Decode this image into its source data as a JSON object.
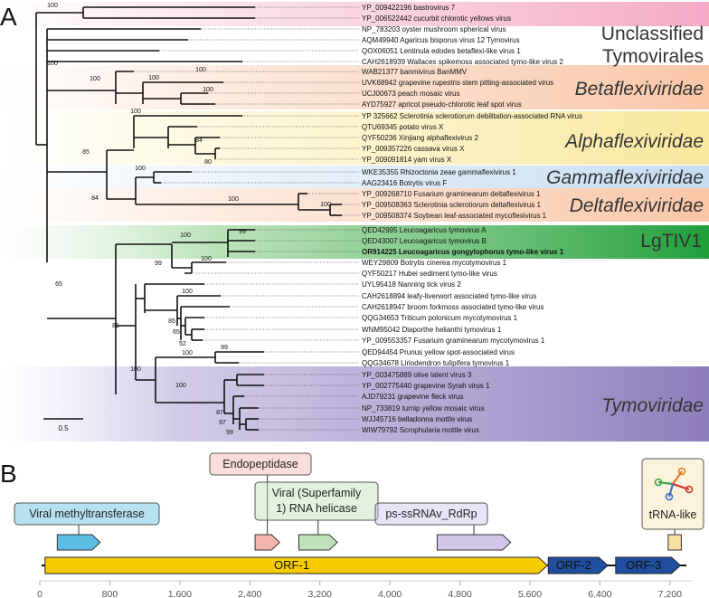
{
  "panel_a_label": "A",
  "panel_b_label": "B",
  "scale_bar_label": "0.5",
  "taxa": [
    "YP_009422196 bastrovirus 7",
    "YP_006522442 cucurbit chlorotic yellows virus",
    "NP_783203 oyster mushroom spherical virus",
    "AQM49940 Agaricus bisporus virus 12 Tymovirus",
    "QOX06051 Lentinula edodes betaflexi-like virus 1",
    "CAH2618939 Wallaces spikemoss associated tymo-like virus 2",
    "WAB21377 banmivirus BanMMV",
    "UVK68942 grapevine rupestris stem pitting-associated virus",
    "UCJ00673 peach mosaic virus",
    "AYD75927 apricot pseudo-chlorotic leaf spot virus",
    "YP 325662 Sclerotinia sclerotiorum debilitation-associated RNA virus",
    "QTU69345 potato virus X",
    "QYF50236 Xinjiang alphaflexivirus 2",
    "YP_009357226 cassava virus X",
    "YP_009091814 yam virus X",
    "WKE35355 Rhizoctonia zeae gammaflexivirus 1",
    "AAG23416 Botrytis virus F",
    "YP_009268710 Fusarium graminearum deltaflexivirus 1",
    "YP_009508363 Sclerotinia sclerotiorum deltaflexivirus 1",
    "YP_009508374 Soybean leaf-associated mycoflexivirus 1",
    "QED42995 Leucoagaricus tymovirus A",
    "QED43007 Leucoagaricus tymovirus B",
    "OR914225 Leucoagaricus gongylophorus tymo-like virus 1",
    "WEY29809 Botrytis cinerea mycotymovirus 1",
    "QYF50217 Hubei sediment tymo-like virus",
    "UYL95418 Nanning tick virus 2",
    "CAH2618894 leafy-liverwort associated tymo-like virus",
    "CAH2618947 broom forkmoss associated tymo-like virus",
    "QQG34653 Triticum polonicum mycotymovirus 1",
    "WNM95042 Diaporthe helianthi tymovirus 1",
    "YP_009553357 Fusarium graminearum mycotymovirus 1",
    "QED94454 Prunus yellow spot-associated virus",
    "QQG34678 Liriodendron tulipifera tymovirus 1",
    "YP_003475889 olive latent virus 3",
    "YP_002775440 grapevine Syrah virus 1",
    "AJD79231 grapevine fleck virus",
    "NP_733819 turnip yellow mosaic virus",
    "WJJ45716 belladonna mottle virus",
    "WIW79792 Scrophularia mottle virus"
  ],
  "bootstrap": {
    "b100_bastro": "100",
    "b100_root": "100",
    "b100_banmi": "100",
    "b100_beta_inner": "100",
    "b100_peach": "100",
    "b100_beta": "100",
    "b100_alpha": "100",
    "b84_alpha": "84",
    "b80_alpha": "80",
    "b85": "85",
    "b100_gamma": "100",
    "b84_gd": "84",
    "b100_delta": "100",
    "b100_delta_inner": "100",
    "b99_lgt": "99",
    "b100_lgt": "100",
    "b100_botrytis": "100",
    "b65": "65",
    "b99_tick": "99",
    "b100_liverwort": "100",
    "b85_tri": "85",
    "b65_dia": "65",
    "b52": "52",
    "b81": "81",
    "b100_prunus": "100",
    "b100_tymo": "100",
    "b99_olive": "99",
    "b100_olive": "100",
    "b87": "87",
    "b97": "97",
    "b99_bella": "99"
  },
  "family_labels": {
    "unclassified_line1": "Unclassified",
    "unclassified_line2": "Tymovirales",
    "betaflexiviridae": "Betaflexiviridae",
    "alphaflexiviridae": "Alphaflexiviridae",
    "gammaflexiviridae": "Gammaflexiviridae",
    "deltaflexiviridae": "Deltaflexiviridae",
    "lgtiv1": "LgTIV1",
    "tymoviridae": "Tymoviridae"
  },
  "colors": {
    "pink": "#f7c7d8",
    "orange": "#fbd9c4",
    "yellow": "#fbf1c0",
    "blue": "#dbe9f6",
    "green": "#1f9f3a",
    "purple": "#8e7dba",
    "orf1": "#f6cc00",
    "orf23": "#1f4f9e",
    "methyl": "#5bbce4",
    "endo": "#f6b6b0",
    "helicase": "#bfe3b8",
    "rdrp": "#cfc6ea",
    "trna": "#f9dfa0"
  },
  "genome": {
    "axis_ticks": [
      "0",
      "800",
      "1,600",
      "2,400",
      "3,200",
      "4,000",
      "4,800",
      "5,600",
      "6,400",
      "7,200"
    ],
    "axis_tick_values": [
      0,
      800,
      1600,
      2400,
      3200,
      4000,
      4800,
      5600,
      6400,
      7200
    ],
    "genome_length": 7450,
    "orfs": [
      {
        "name": "ORF-1",
        "start": 60,
        "end": 5800
      },
      {
        "name": "ORF-2",
        "start": 5810,
        "end": 6490
      },
      {
        "name": "ORF-3",
        "start": 6580,
        "end": 7320
      }
    ],
    "domains": [
      {
        "name": "Viral methyltransferase",
        "start": 200,
        "end": 690,
        "color": "methyl"
      },
      {
        "name": "Endopeptidase",
        "start": 2460,
        "end": 2740,
        "color": "endo"
      },
      {
        "name": "Viral (Superfamily\n1) RNA helicase",
        "start": 2960,
        "end": 3400,
        "color": "helicase"
      },
      {
        "name": "ps-ssRNAv_RdRp",
        "start": 4540,
        "end": 5380,
        "color": "rdrp"
      },
      {
        "name": "tRNA-like",
        "start": 7180,
        "end": 7330,
        "color": "trna"
      }
    ]
  }
}
